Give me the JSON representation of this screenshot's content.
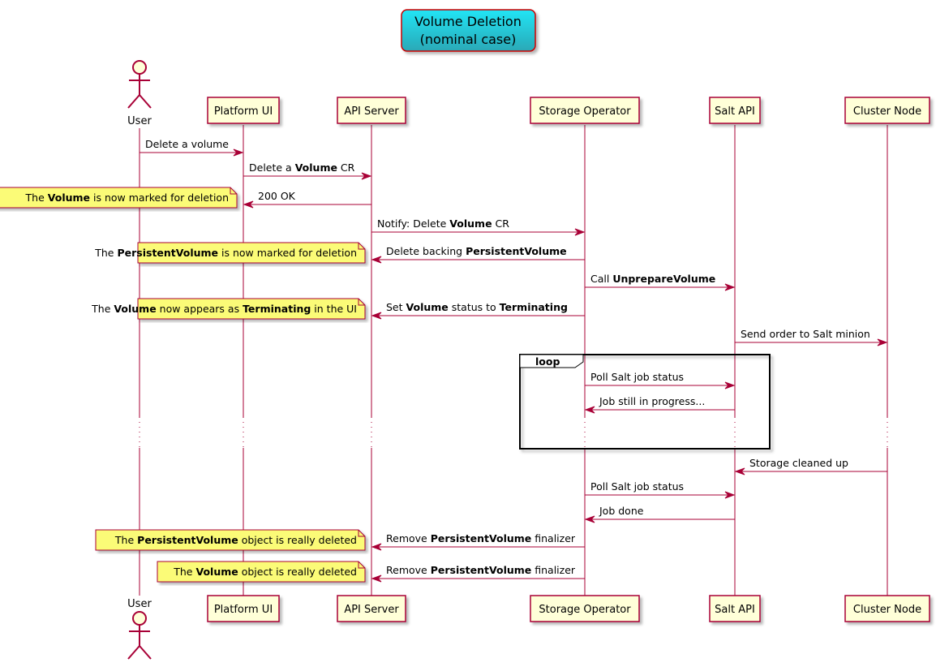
{
  "title": {
    "line1": "Volume Deletion",
    "line2": "(nominal case)"
  },
  "colors": {
    "title_top": "#22e5f5",
    "title_bottom": "#2aa8b6",
    "title_border": "#cc0000",
    "participant_fill": "#ffffd8",
    "participant_border": "#a80036",
    "lifeline": "#a80036",
    "arrow": "#a80036",
    "note_fill": "#fbfb77",
    "note_border": "#a80036",
    "loop_border": "#000000"
  },
  "actor": {
    "name": "User",
    "icon": "stick-figure-actor-icon"
  },
  "participants": [
    {
      "id": "ui",
      "name": "Platform UI"
    },
    {
      "id": "api",
      "name": "API Server"
    },
    {
      "id": "op",
      "name": "Storage Operator"
    },
    {
      "id": "salt",
      "name": "Salt API"
    },
    {
      "id": "node",
      "name": "Cluster Node"
    }
  ],
  "messages": [
    {
      "from": "user",
      "to": "ui",
      "parts": [
        {
          "t": "Delete a volume"
        }
      ]
    },
    {
      "from": "ui",
      "to": "api",
      "parts": [
        {
          "t": "Delete a "
        },
        {
          "t": "Volume",
          "b": true
        },
        {
          "t": " CR"
        }
      ]
    },
    {
      "from": "api",
      "to": "ui",
      "parts": [
        {
          "t": "200 OK"
        }
      ],
      "note": [
        {
          "t": "The "
        },
        {
          "t": "Volume",
          "b": true
        },
        {
          "t": " is now marked for deletion"
        }
      ]
    },
    {
      "from": "api",
      "to": "op",
      "parts": [
        {
          "t": "Notify: Delete "
        },
        {
          "t": "Volume",
          "b": true
        },
        {
          "t": " CR"
        }
      ]
    },
    {
      "from": "op",
      "to": "api",
      "parts": [
        {
          "t": "Delete backing "
        },
        {
          "t": "PersistentVolume",
          "b": true
        }
      ],
      "note": [
        {
          "t": "The "
        },
        {
          "t": "PersistentVolume",
          "b": true
        },
        {
          "t": " is now marked for deletion"
        }
      ]
    },
    {
      "from": "op",
      "to": "salt",
      "parts": [
        {
          "t": "Call "
        },
        {
          "t": "UnprepareVolume",
          "b": true
        }
      ]
    },
    {
      "from": "op",
      "to": "api",
      "parts": [
        {
          "t": "Set "
        },
        {
          "t": "Volume",
          "b": true
        },
        {
          "t": " status to "
        },
        {
          "t": "Terminating",
          "b": true
        }
      ],
      "note": [
        {
          "t": "The "
        },
        {
          "t": "Volume",
          "b": true
        },
        {
          "t": " now appears as "
        },
        {
          "t": "Terminating",
          "b": true
        },
        {
          "t": " in the UI"
        }
      ]
    },
    {
      "from": "salt",
      "to": "node",
      "parts": [
        {
          "t": "Send order to Salt minion"
        }
      ]
    },
    {
      "from": "op",
      "to": "salt",
      "parts": [
        {
          "t": "Poll Salt job status"
        }
      ],
      "in_loop": true
    },
    {
      "from": "salt",
      "to": "op",
      "parts": [
        {
          "t": "Job still in progress..."
        }
      ],
      "in_loop": true
    },
    {
      "from": "node",
      "to": "salt",
      "parts": [
        {
          "t": "Storage cleaned up"
        }
      ]
    },
    {
      "from": "op",
      "to": "salt",
      "parts": [
        {
          "t": "Poll Salt job status"
        }
      ]
    },
    {
      "from": "salt",
      "to": "op",
      "parts": [
        {
          "t": "Job done"
        }
      ]
    },
    {
      "from": "op",
      "to": "api",
      "parts": [
        {
          "t": "Remove "
        },
        {
          "t": "PersistentVolume",
          "b": true
        },
        {
          "t": " finalizer"
        }
      ],
      "note": [
        {
          "t": "The "
        },
        {
          "t": "PersistentVolume",
          "b": true
        },
        {
          "t": " object is really deleted"
        }
      ]
    },
    {
      "from": "op",
      "to": "api",
      "parts": [
        {
          "t": "Remove "
        },
        {
          "t": "PersistentVolume",
          "b": true
        },
        {
          "t": " finalizer"
        }
      ],
      "note": [
        {
          "t": "The "
        },
        {
          "t": "Volume",
          "b": true
        },
        {
          "t": " object is really deleted"
        }
      ]
    }
  ],
  "loop": {
    "label": "loop"
  }
}
